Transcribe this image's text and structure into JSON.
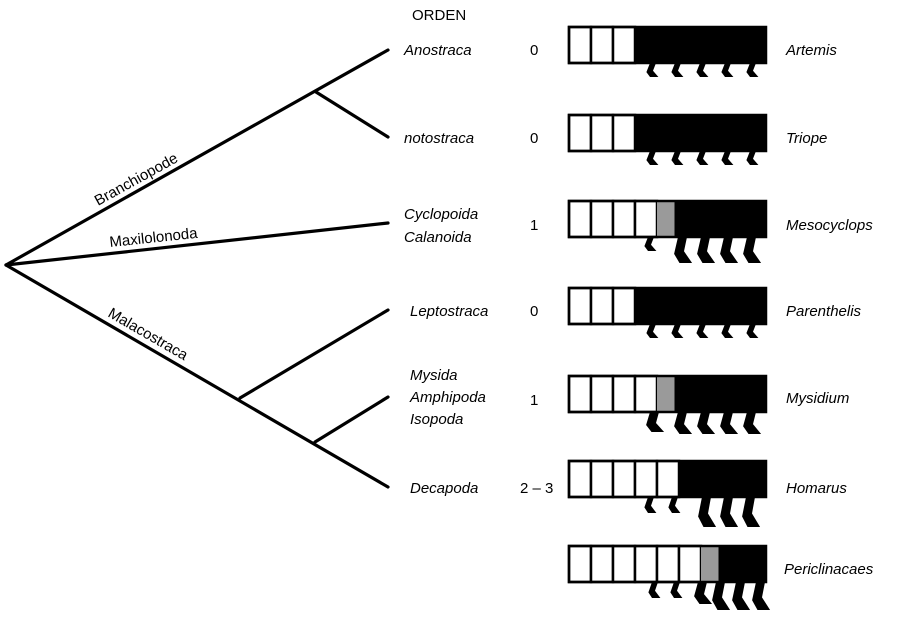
{
  "header": {
    "order_label": "ORDEN"
  },
  "clades": [
    {
      "label": "Branchiopode"
    },
    {
      "label": "Maxilolonoda"
    },
    {
      "label": "Malacostraca"
    }
  ],
  "rows": [
    {
      "orders": [
        "Anostraca"
      ],
      "count": "0",
      "genus": "Artemis"
    },
    {
      "orders": [
        "notostraca"
      ],
      "count": "0",
      "genus": "Triope"
    },
    {
      "orders": [
        "Cyclopoida",
        "Calanoida"
      ],
      "count": "1",
      "genus": "Mesocyclops"
    },
    {
      "orders": [
        "Leptostraca"
      ],
      "count": "0",
      "genus": "Parenthelis"
    },
    {
      "orders": [
        "Mysida",
        "Amphipoda",
        "Isopoda"
      ],
      "count": "1",
      "genus": "Mysidium"
    },
    {
      "orders": [
        "Decapoda"
      ],
      "count": "2 – 3",
      "genus": "Homarus"
    },
    {
      "orders": [],
      "count": "",
      "genus": "Periclinacaes"
    }
  ],
  "colors": {
    "ink": "#000000",
    "transition_gray": "#9a9a9a",
    "background": "#ffffff"
  }
}
